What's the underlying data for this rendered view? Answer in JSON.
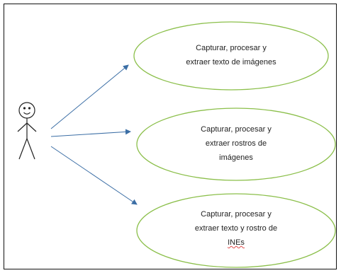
{
  "actor": {
    "icon": "stick-figure-icon"
  },
  "use_cases": [
    {
      "lines": [
        "Capturar, procesar y",
        "extraer texto de imágenes"
      ]
    },
    {
      "lines": [
        "Capturar, procesar y",
        "extraer rostros de",
        "imágenes"
      ]
    },
    {
      "lines": [
        "Capturar, procesar y",
        "extraer texto y rostro de",
        "INEs"
      ]
    }
  ],
  "colors": {
    "ellipse_stroke": "#8bbf4a",
    "arrow": "#3b6ea5",
    "actor": "#222222"
  }
}
